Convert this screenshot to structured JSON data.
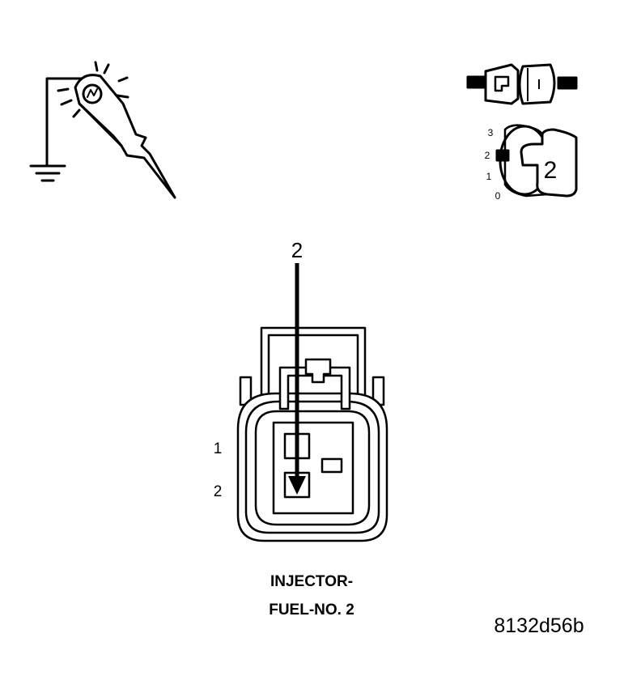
{
  "arrow_pin_label": "2",
  "pin_labels": [
    "1",
    "2"
  ],
  "caption": {
    "line1": "INJECTOR-",
    "line2": "FUEL-NO. 2"
  },
  "figure_id": "8132d56b",
  "ignition_switch": {
    "positions": [
      "3",
      "2",
      "1",
      "0"
    ],
    "key_number": "2"
  },
  "icons": {
    "test_light": "test-light-probe-grounded",
    "connector": "unplugged-connector",
    "ignition": "ignition-key-position"
  }
}
